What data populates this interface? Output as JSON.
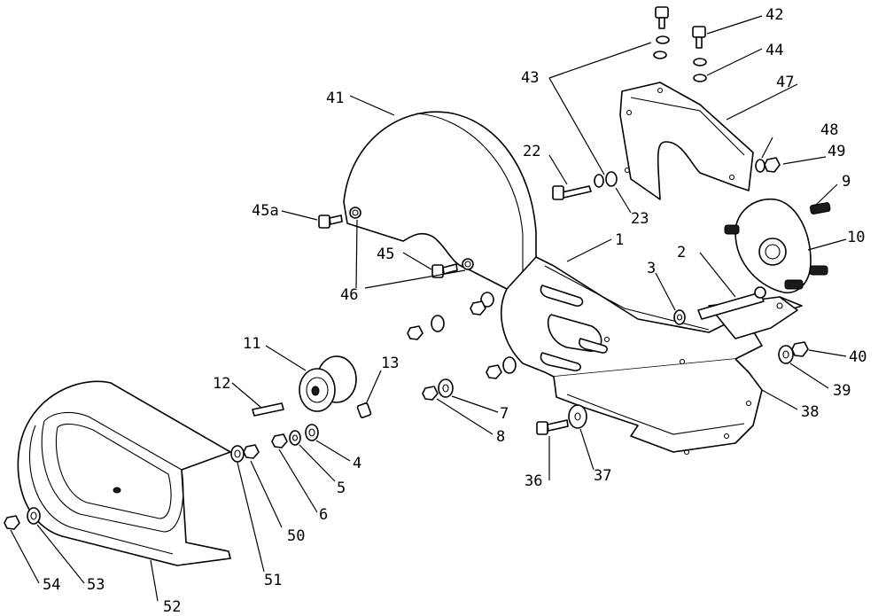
{
  "diagram": {
    "callouts": [
      "1",
      "2",
      "3",
      "4",
      "5",
      "6",
      "7",
      "8",
      "9",
      "10",
      "11",
      "12",
      "13",
      "22",
      "23",
      "36",
      "37",
      "38",
      "39",
      "40",
      "41",
      "42",
      "43",
      "44",
      "45",
      "45a",
      "46",
      "47",
      "48",
      "49",
      "50",
      "51",
      "52",
      "53",
      "54"
    ]
  }
}
